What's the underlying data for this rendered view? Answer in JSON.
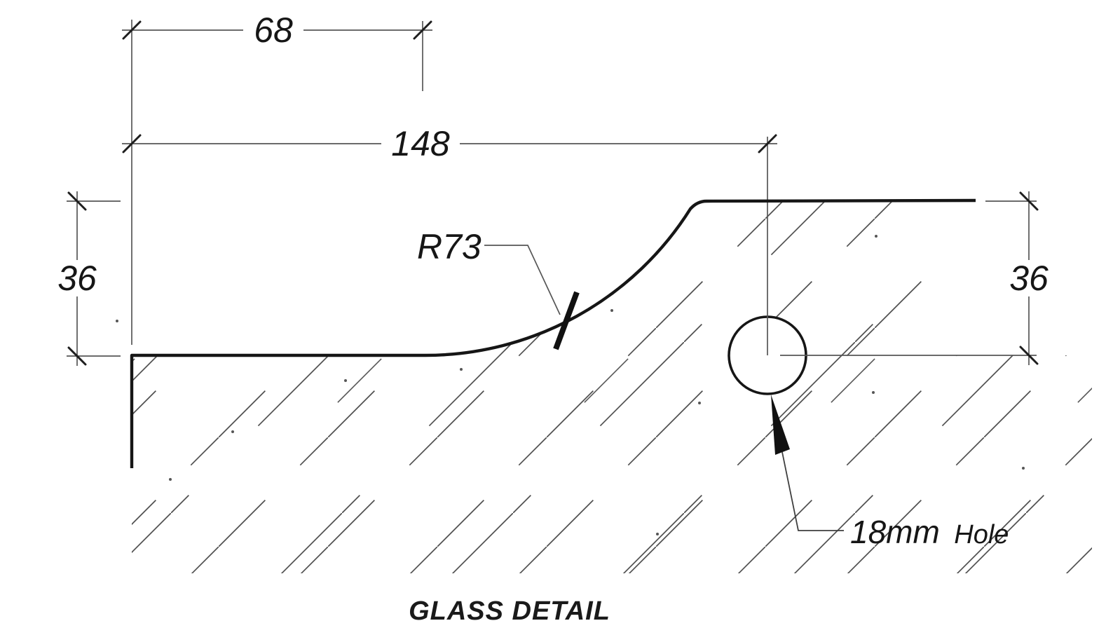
{
  "drawing": {
    "title": "GLASS DETAIL",
    "dimensions": {
      "top_width": "68",
      "overall_width": "148",
      "left_thickness": "36",
      "right_thickness": "36"
    },
    "radius_callout": "R73",
    "hole_callout": {
      "size": "18mm",
      "word": "Hole"
    },
    "colors": {
      "background": "#ffffff",
      "profile_line": "#161616",
      "dim_line": "#565656",
      "hatch_line": "#4f4f4f"
    }
  }
}
